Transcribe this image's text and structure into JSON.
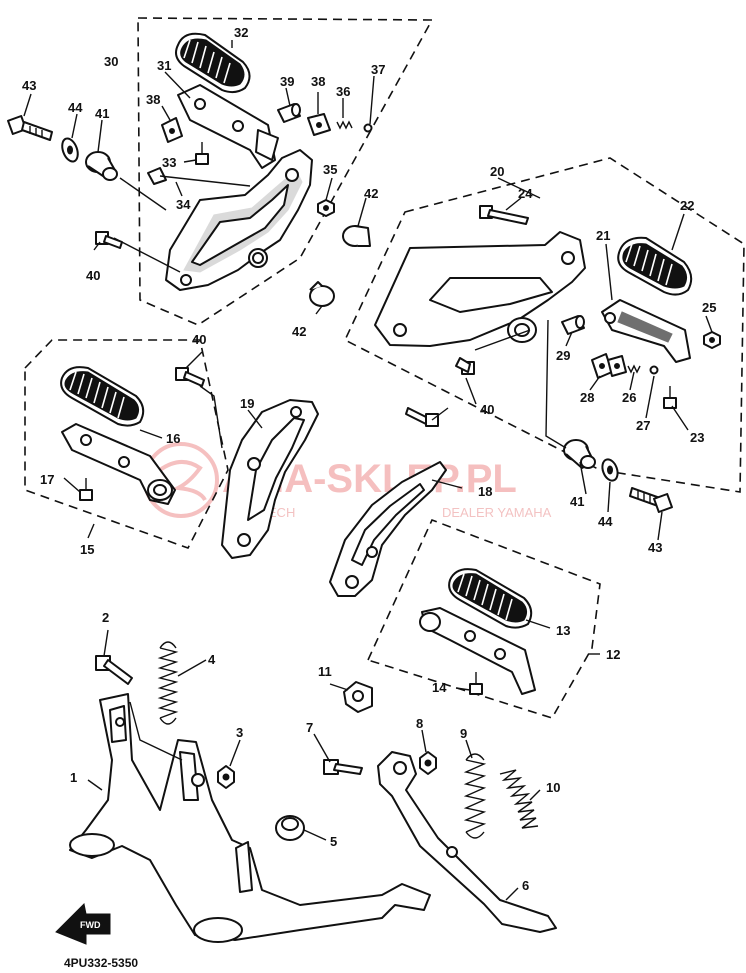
{
  "diagram": {
    "catalog_code": "4PU332-5350",
    "watermark": {
      "line1": "AMA-SKLEP.PL",
      "line2": "WOJCIECH",
      "line3": "CZ",
      "line4": "DEALER YAMAHA"
    },
    "fwd_label": "FWD",
    "callouts": {
      "c1": "1",
      "c2": "2",
      "c3": "3",
      "c4": "4",
      "c5": "5",
      "c6": "6",
      "c7": "7",
      "c8": "8",
      "c9": "9",
      "c10": "10",
      "c11": "11",
      "c12": "12",
      "c13": "13",
      "c14": "14",
      "c15": "15",
      "c16": "16",
      "c17": "17",
      "c18": "18",
      "c19": "19",
      "c20": "20",
      "c21": "21",
      "c22": "22",
      "c23": "23",
      "c24": "24",
      "c25": "25",
      "c26": "26",
      "c27": "27",
      "c28": "28",
      "c29": "29",
      "c30": "30",
      "c31": "31",
      "c32": "32",
      "c33": "33",
      "c34": "34",
      "c35": "35",
      "c36": "36",
      "c37": "37",
      "c38": "38",
      "c39": "39",
      "c40": "40",
      "c41": "41",
      "c42": "42",
      "c43": "43",
      "c44": "44"
    }
  }
}
